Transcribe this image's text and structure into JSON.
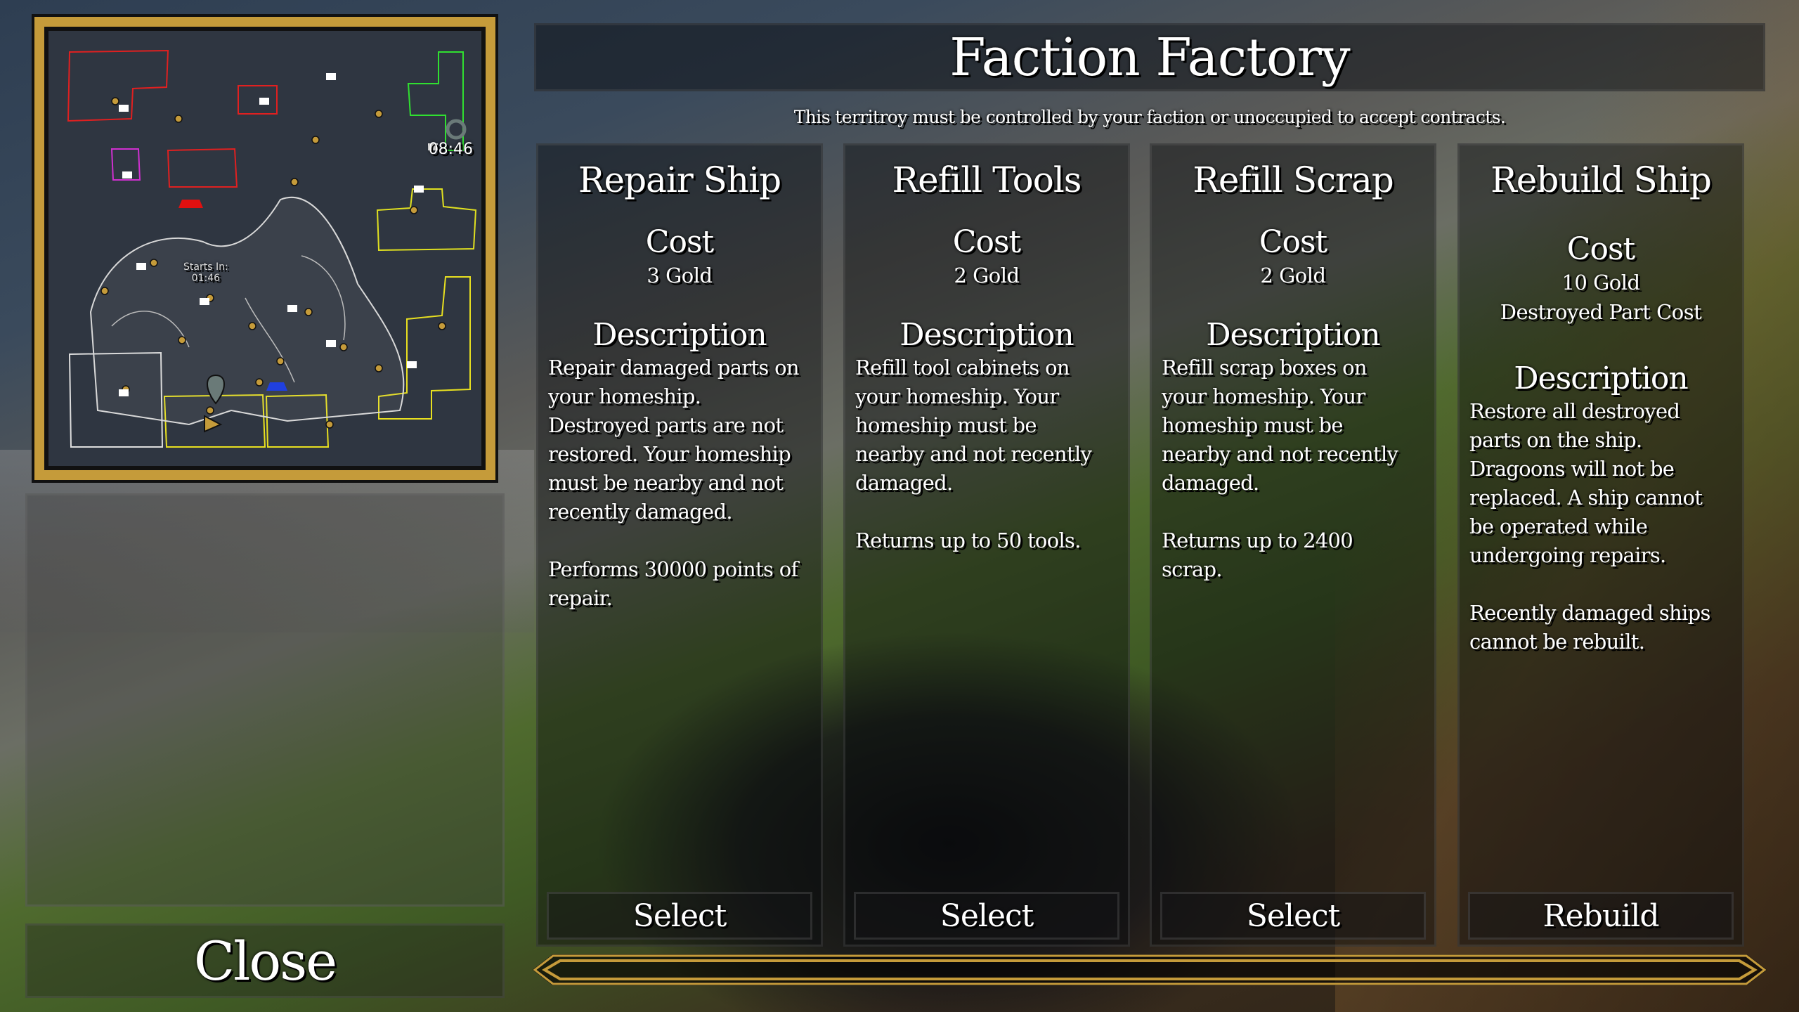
{
  "minimap": {
    "clock": "08:46",
    "event_label": "Starts In:",
    "event_timer": "01:46"
  },
  "close_label": "Close",
  "header": {
    "title": "Faction Factory",
    "subtitle": "This territroy must be controlled by your faction or unoccupied to accept contracts."
  },
  "contracts": [
    {
      "title": "Repair Ship",
      "cost_label": "Cost",
      "cost": [
        "3 Gold"
      ],
      "description_label": "Description",
      "paragraphs": [
        [
          "Repair damaged parts on",
          "your homeship.",
          "Destroyed parts are not",
          "restored. Your homeship",
          "must be nearby and not",
          "recently damaged."
        ],
        [
          "Performs 30000 points of",
          "repair."
        ]
      ],
      "button": "Select"
    },
    {
      "title": "Refill Tools",
      "cost_label": "Cost",
      "cost": [
        "2 Gold"
      ],
      "description_label": "Description",
      "paragraphs": [
        [
          "Refill tool cabinets on",
          "your homeship. Your",
          "homeship must be",
          "nearby and not recently",
          "damaged."
        ],
        [
          "Returns up to 50 tools."
        ]
      ],
      "button": "Select"
    },
    {
      "title": "Refill Scrap",
      "cost_label": "Cost",
      "cost": [
        "2 Gold"
      ],
      "description_label": "Description",
      "paragraphs": [
        [
          "Refill scrap boxes on",
          "your homeship. Your",
          "homeship must be",
          "nearby and not recently",
          "damaged."
        ],
        [
          "Returns up to 2400",
          "scrap."
        ]
      ],
      "button": "Select"
    },
    {
      "title": "Rebuild Ship",
      "cost_label": "Cost",
      "cost": [
        "10 Gold",
        "Destroyed Part Cost"
      ],
      "description_label": "Description",
      "paragraphs": [
        [
          "Restore all destroyed",
          "parts on the ship.",
          "Dragoons will not be",
          "replaced. A ship cannot",
          "be operated while",
          "undergoing repairs."
        ],
        [
          "Recently damaged ships",
          "cannot be rebuilt."
        ]
      ],
      "button": "Rebuild"
    }
  ],
  "colors": {
    "gold": "#c59b3a",
    "panel": "#0a0c10"
  }
}
